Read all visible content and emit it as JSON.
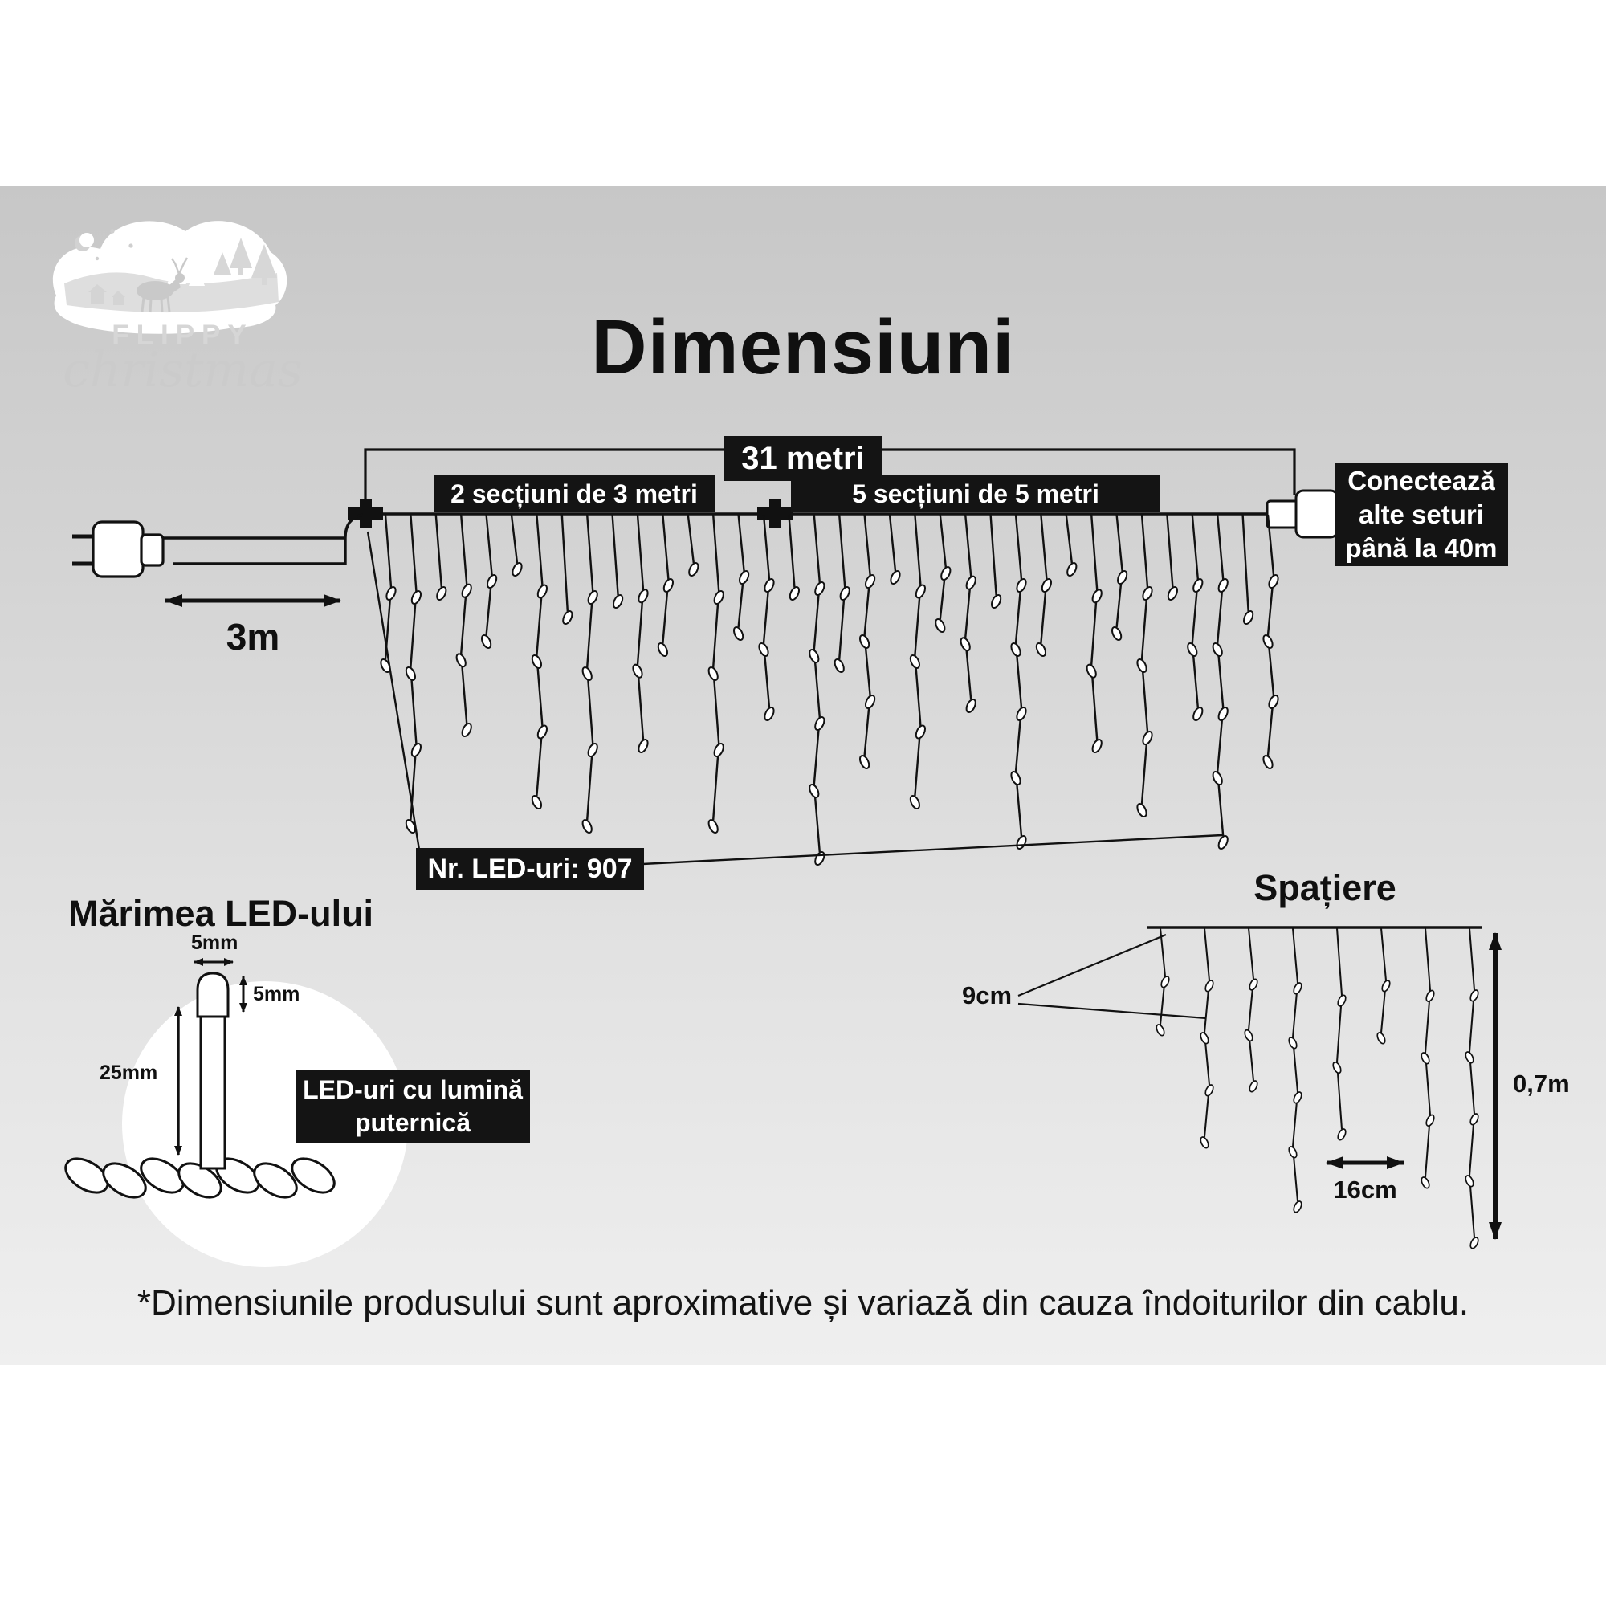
{
  "page": {
    "title": "Dimensiuni",
    "footnote": "*Dimensiunile produsului sunt aproximative și variază din cauza îndoiturilor din cablu."
  },
  "logo": {
    "brand": "FLIPPY",
    "sub": "christmas"
  },
  "lights": {
    "total_length": "31 metri",
    "left_sections": "2 secțiuni de 3 metri",
    "right_sections": "5 secțiuni de 5 metri",
    "connect": {
      "lines": [
        "Conectează",
        "alte seturi",
        "până la 40m"
      ]
    },
    "lead_length": "3m",
    "led_count": "Nr. LED-uri: 907"
  },
  "led_size": {
    "title": "Mărimea LED-ului",
    "cap_width": "5mm",
    "cap_height": "5mm",
    "total_height": "25mm",
    "note_lines": [
      "LED-uri cu lumină",
      "puternică"
    ]
  },
  "spacing": {
    "title": "Spațiere",
    "drop_gap": "9cm",
    "led_gap": "16cm",
    "drop_height": "0,7m"
  }
}
